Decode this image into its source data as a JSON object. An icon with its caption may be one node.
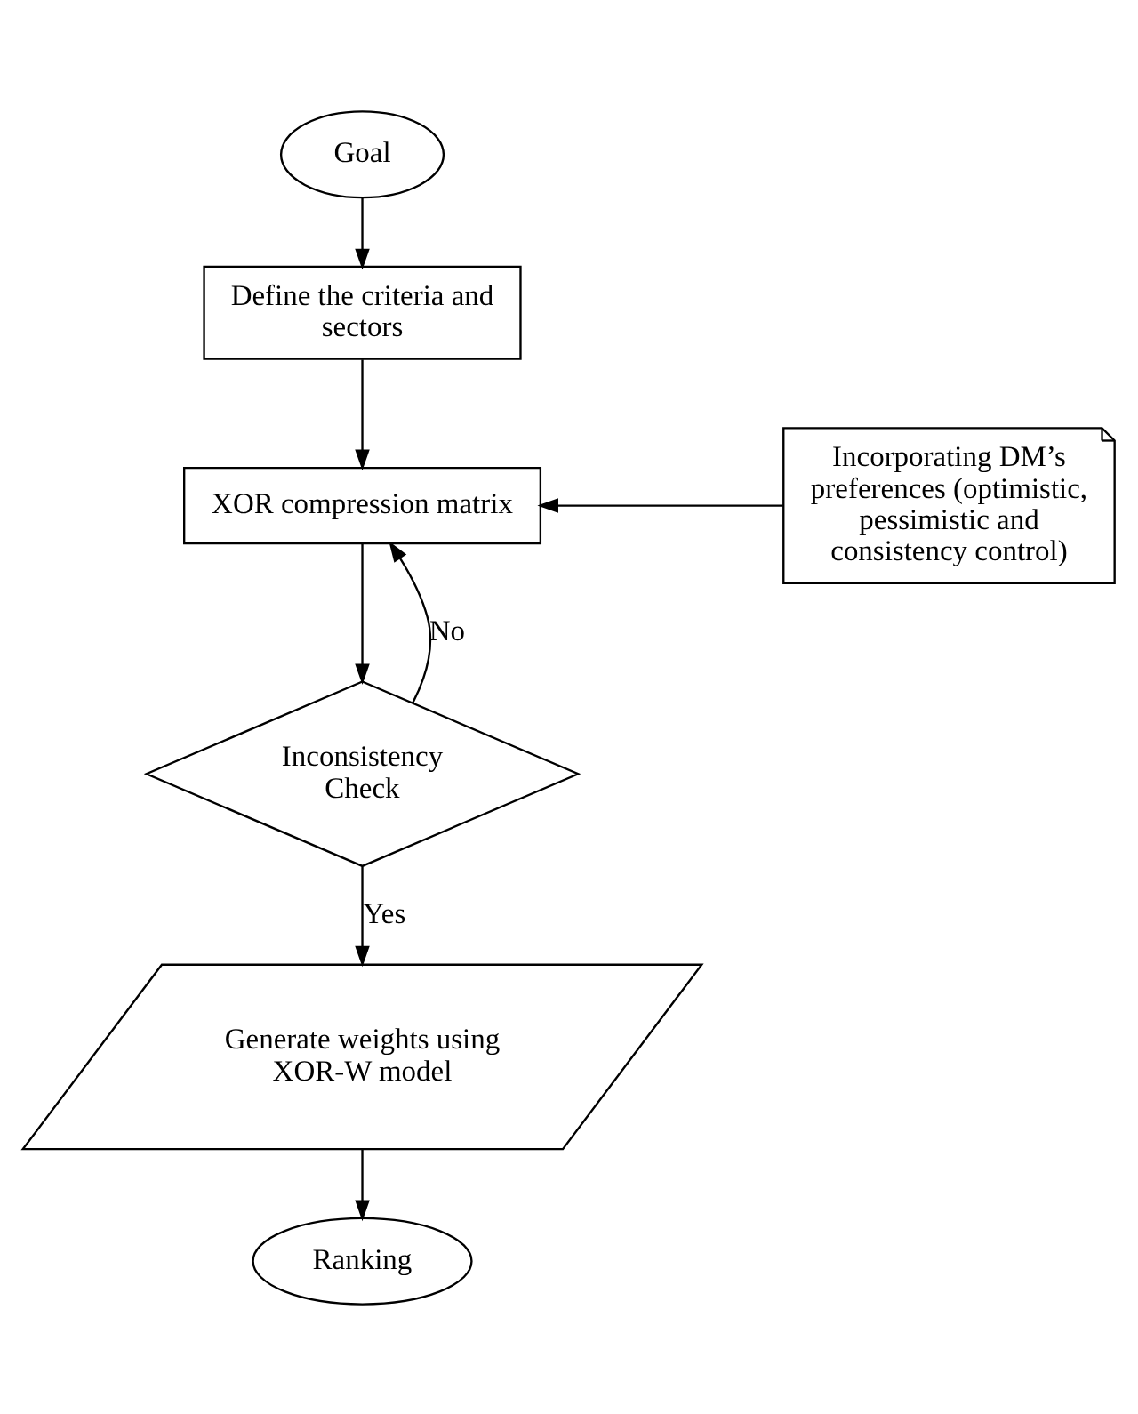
{
  "diagram": {
    "nodes": [
      {
        "text": [
          "Goal"
        ]
      },
      {
        "text": [
          "Define the criteria and sectors"
        ]
      },
      {
        "text": [
          "XOR compression matrix"
        ]
      },
      {
        "text": [
          "Incorporating DM’s preferences (optimistic, pessimistic and consistency control)"
        ]
      },
      {
        "text": [
          "Inconsistency Check"
        ]
      },
      {
        "text": [
          "Generate weights using XOR-W model"
        ]
      },
      {
        "text": [
          "Ranking"
        ]
      }
    ],
    "edges": [
      {
        "from": 0,
        "to": 1,
        "arrow": "to"
      },
      {
        "from": 1,
        "to": 2,
        "arrow": "to"
      },
      {
        "from": 3,
        "to": 2,
        "arrow": "to"
      },
      {
        "from": 2,
        "to": 4,
        "arrow": "to"
      },
      {
        "from": 4,
        "to": 2,
        "arrow": "to",
        "label": "No"
      },
      {
        "from": 4,
        "to": 5,
        "arrow": "to",
        "label": "Yes"
      },
      {
        "from": 5,
        "to": 6,
        "arrow": "to"
      }
    ]
  }
}
